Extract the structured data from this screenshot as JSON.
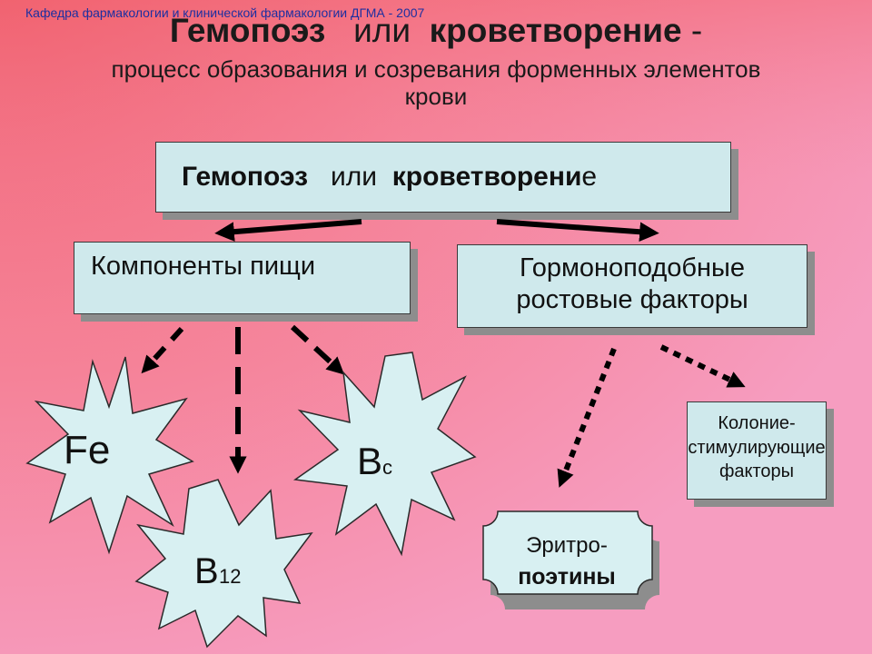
{
  "header": {
    "department": "Кафедра фармакологии и клинической фармакологии ДГМА - 2007",
    "title_part1": "Гемопоэз",
    "title_part2": "или",
    "title_part3": "кроветворение",
    "title_part4": " -",
    "subtitle": "процесс образования и созревания форменных элементов крови"
  },
  "main_box": {
    "part1": "Гемопоэз",
    "part2": "или",
    "part3": "кроветворени",
    "part4": "е"
  },
  "food_box": {
    "label": "Компоненты пищи"
  },
  "hormone_box": {
    "line1": "Гормоноподобные",
    "line2": "ростовые факторы"
  },
  "csf_box": {
    "line1": "Колоние-",
    "line2": "стимулирующие",
    "line3": "факторы"
  },
  "epo_box": {
    "line1": "Эритро-",
    "line2": "поэтины"
  },
  "stars": {
    "fe": "Fe",
    "b12_main": "B",
    "b12_sub": "12",
    "bc_main": "B",
    "bc_sub": "c"
  },
  "colors": {
    "box_fill": "#cfe9ec",
    "star_fill": "#d8f0f2",
    "arrow": "#000000",
    "background_top": "#f26d7a",
    "background_bottom": "#f59bbd",
    "department_text": "#1d2fa0"
  }
}
